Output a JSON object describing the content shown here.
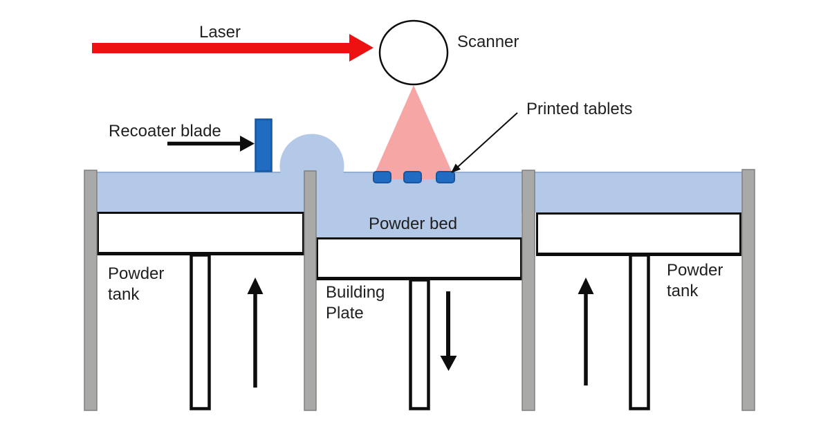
{
  "colors": {
    "background": "#FFFFFF",
    "text": "#1F1F1F",
    "laser_red": "#EE1111",
    "beam_pink": "#F7A6A6",
    "powder_blue": "#B4C9E7",
    "powder_blue_edge": "#93AECE",
    "tablet_blue": "#1F6CC2",
    "tablet_blue_edge": "#1457A0",
    "post_gray": "#A9A9A7",
    "post_gray_edge": "#7F7F7F",
    "line_black": "#0D0D0D"
  },
  "labels": {
    "laser": "Laser",
    "scanner": "Scanner",
    "recoater_blade": "Recoater blade",
    "printed_tablets": "Printed tablets",
    "powder_bed": "Powder bed",
    "powder_tank_left": "Powder tank",
    "building_plate": "Building Plate",
    "powder_tank_right": "Powder tank"
  }
}
